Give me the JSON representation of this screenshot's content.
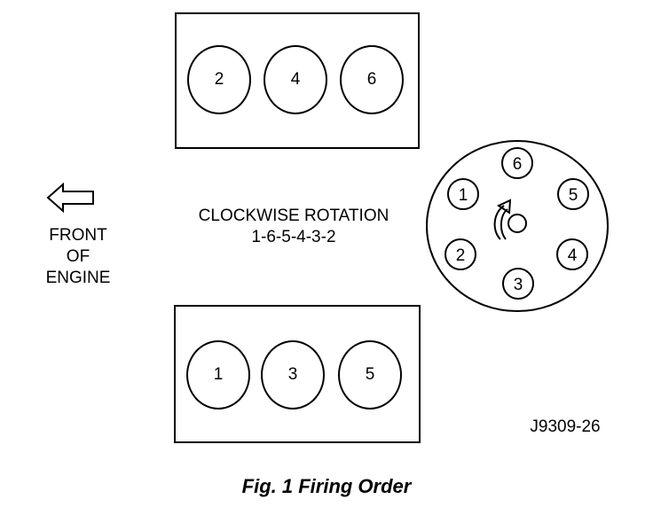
{
  "rear_bank": {
    "cylinders": [
      "2",
      "4",
      "6"
    ]
  },
  "front_bank": {
    "cylinders": [
      "1",
      "3",
      "5"
    ]
  },
  "front_label": {
    "line1": "FRONT",
    "line2": "OF",
    "line3": "ENGINE"
  },
  "rotation": {
    "title": "CLOCKWISE ROTATION",
    "order": "1-6-5-4-3-2"
  },
  "distributor": {
    "terminals": [
      "6",
      "5",
      "4",
      "3",
      "2",
      "1"
    ]
  },
  "figure_code": "J9309-26",
  "caption": "Fig. 1 Firing Order"
}
